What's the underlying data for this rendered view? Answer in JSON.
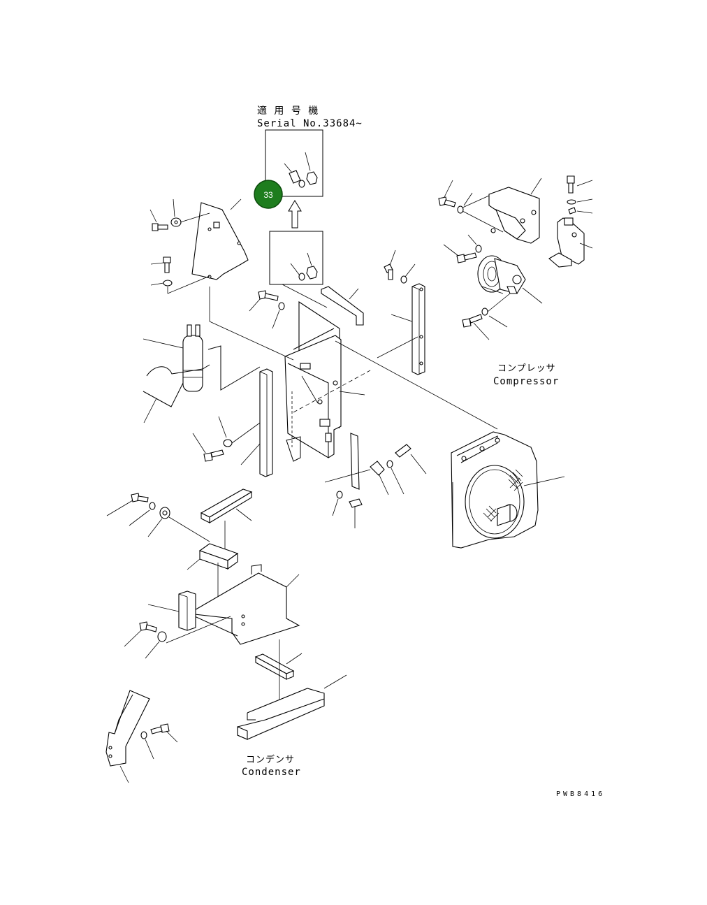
{
  "labels": {
    "serial_jp": "適 用 号 機",
    "serial_en": "Serial No.33684~",
    "compressor_jp": "コンプレッサ",
    "compressor_en": "Compressor",
    "condenser_jp": "コンデンサ",
    "condenser_en": "Condenser",
    "drawing_code": "PWB8416"
  },
  "callout": {
    "number": "33",
    "color": "#1e7d1e",
    "text_color": "#ffffff"
  }
}
